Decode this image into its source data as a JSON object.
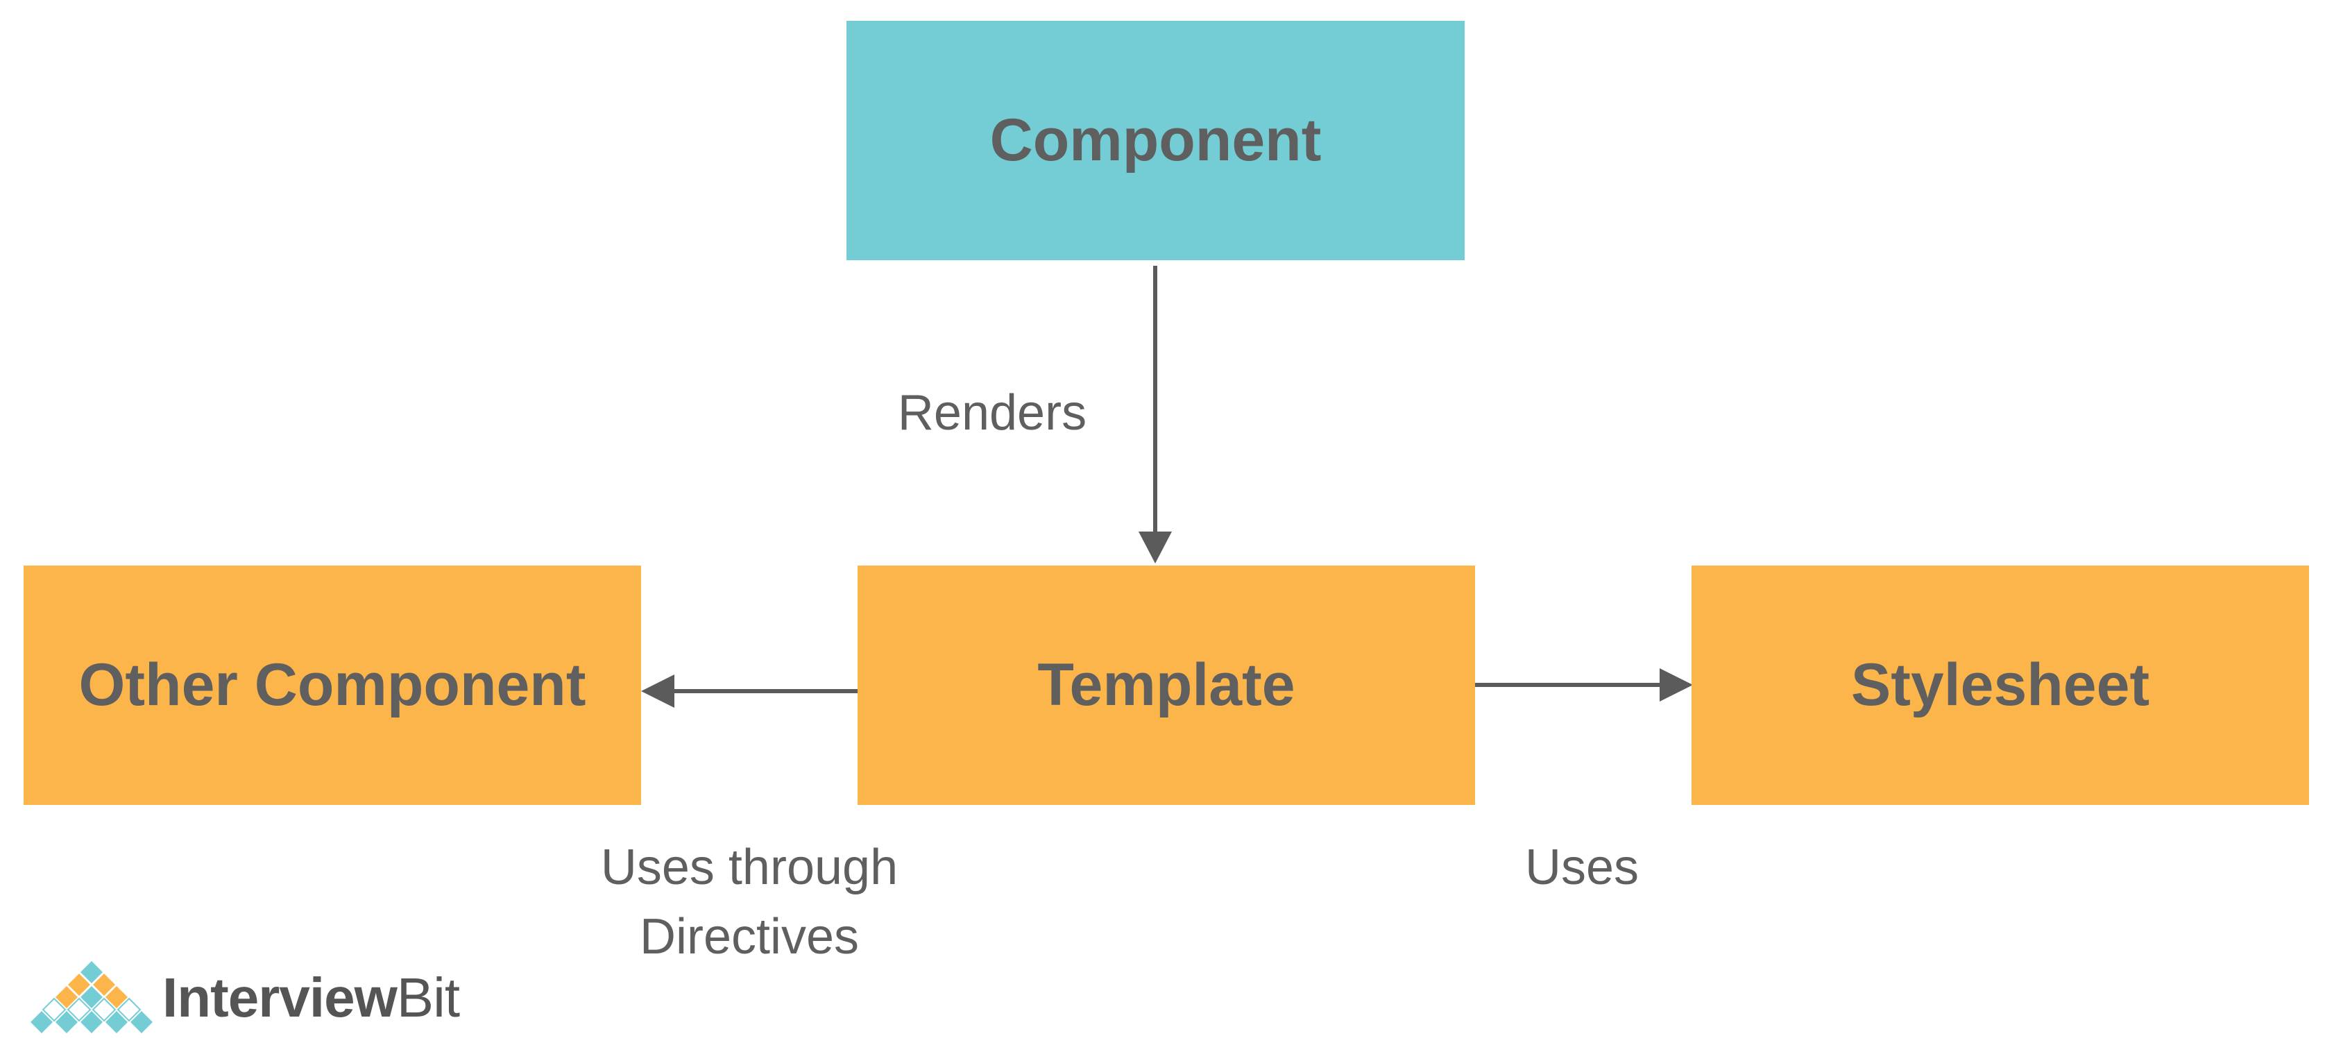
{
  "colors": {
    "component_fill": "#74cdd4",
    "node_fill": "#fbb54b",
    "text": "#5f5f5f",
    "arrow": "#5b5b5b",
    "logo_teal": "#74cdd4",
    "logo_orange": "#fbb54b"
  },
  "nodes": {
    "component": {
      "label": "Component"
    },
    "template": {
      "label": "Template"
    },
    "other_component": {
      "label": "Other Component"
    },
    "stylesheet": {
      "label": "Stylesheet"
    }
  },
  "edges": {
    "renders": {
      "from": "Component",
      "to": "Template",
      "label": "Renders"
    },
    "uses_directives": {
      "from": "Template",
      "to": "Other Component",
      "label_line1": "Uses through",
      "label_line2": "Directives"
    },
    "uses": {
      "from": "Template",
      "to": "Stylesheet",
      "label": "Uses"
    }
  },
  "logo": {
    "text_bold": "Interview",
    "text_light": "Bit",
    "icon": "diamond-grid-logo-icon"
  }
}
